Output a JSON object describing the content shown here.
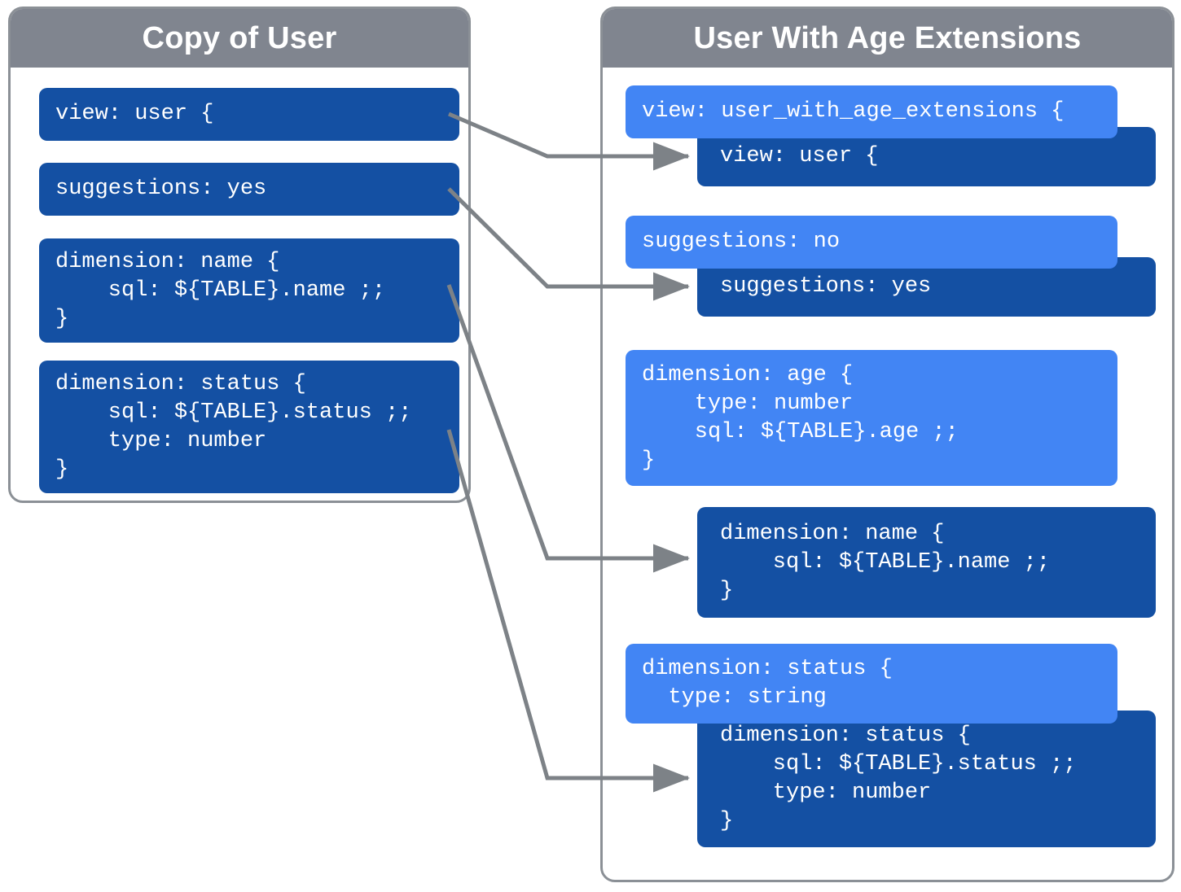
{
  "diagram": {
    "title_left": "Copy of User",
    "title_right": "User With Age Extensions",
    "colors": {
      "header_gray": "#80858f",
      "panel_border": "#8b9096",
      "card_dark_blue": "#1450a3",
      "card_light_blue": "#4285f4",
      "connector_gray": "#7d8287",
      "card_text": "#ffffff"
    }
  },
  "left_panel": {
    "title": "Copy of User",
    "cards": [
      {
        "id": "left-view",
        "style": "dark",
        "code": "view: user {"
      },
      {
        "id": "left-suggestions",
        "style": "dark",
        "code": "suggestions: yes"
      },
      {
        "id": "left-dimension-name",
        "style": "dark",
        "code": "dimension: name {\n    sql: ${TABLE}.name ;;\n}"
      },
      {
        "id": "left-dimension-status",
        "style": "dark",
        "code": "dimension: status {\n    sql: ${TABLE}.status ;;\n    type: number\n}"
      }
    ]
  },
  "right_panel": {
    "title": "User With Age Extensions",
    "cards": [
      {
        "id": "right-view-extension",
        "style": "light",
        "code": "view: user_with_age_extensions {"
      },
      {
        "id": "right-view-user",
        "style": "dark",
        "code": "view: user {"
      },
      {
        "id": "right-suggestions-no",
        "style": "light",
        "code": "suggestions: no"
      },
      {
        "id": "right-suggestions-yes",
        "style": "dark",
        "code": "suggestions: yes"
      },
      {
        "id": "right-dimension-age",
        "style": "light",
        "code": "dimension: age {\n    type: number\n    sql: ${TABLE}.age ;;\n}"
      },
      {
        "id": "right-dimension-name",
        "style": "dark",
        "code": "dimension: name {\n    sql: ${TABLE}.name ;;\n}"
      },
      {
        "id": "right-dimension-status-light",
        "style": "light",
        "code": "dimension: status {\n  type: string"
      },
      {
        "id": "right-dimension-status-dark",
        "style": "dark",
        "code": "dimension: status {\n    sql: ${TABLE}.status ;;\n    type: number\n}"
      }
    ]
  },
  "connectors": [
    {
      "from": "left-view",
      "to": "right-view-user"
    },
    {
      "from": "left-suggestions",
      "to": "right-suggestions-yes"
    },
    {
      "from": "left-dimension-name",
      "to": "right-dimension-name"
    },
    {
      "from": "left-dimension-status",
      "to": "right-dimension-status-dark"
    }
  ]
}
